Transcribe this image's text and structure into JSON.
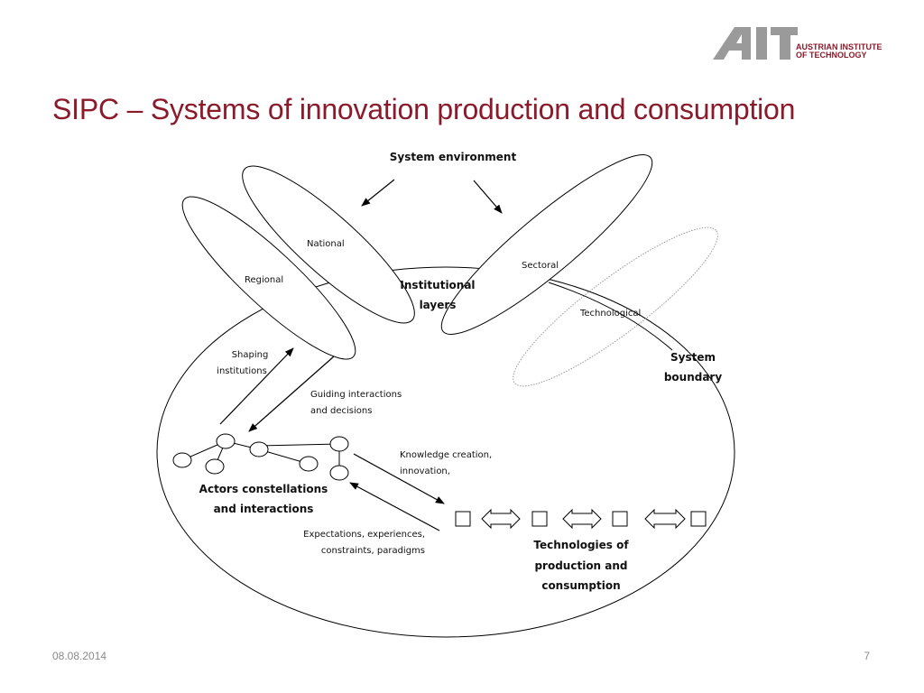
{
  "slide": {
    "title": "SIPC – Systems of innovation production and consumption",
    "date": "08.08.2014",
    "page_number": "7"
  },
  "logo": {
    "mark": "AIT",
    "line1": "AUSTRIAN INSTITUTE",
    "line2": "OF TECHNOLOGY",
    "color": "#8b1a2b"
  },
  "diagram": {
    "system_environment": "System environment",
    "institutional_layers": [
      "Institutional",
      "layers"
    ],
    "layers": {
      "national": "National",
      "regional": "Regional",
      "sectoral": "Sectoral",
      "technological": "Technological"
    },
    "system_boundary": [
      "System",
      "boundary"
    ],
    "shaping_institutions": [
      "Shaping",
      "institutions"
    ],
    "guiding_interactions": [
      "Guiding interactions",
      "and decisions"
    ],
    "knowledge_creation": [
      "Knowledge creation,",
      "innovation,"
    ],
    "expectations": [
      "Expectations, experiences,",
      "constraints, paradigms"
    ],
    "actors": [
      "Actors constellations",
      "and interactions"
    ],
    "technologies": [
      "Technologies of",
      "production and",
      "consumption"
    ]
  }
}
